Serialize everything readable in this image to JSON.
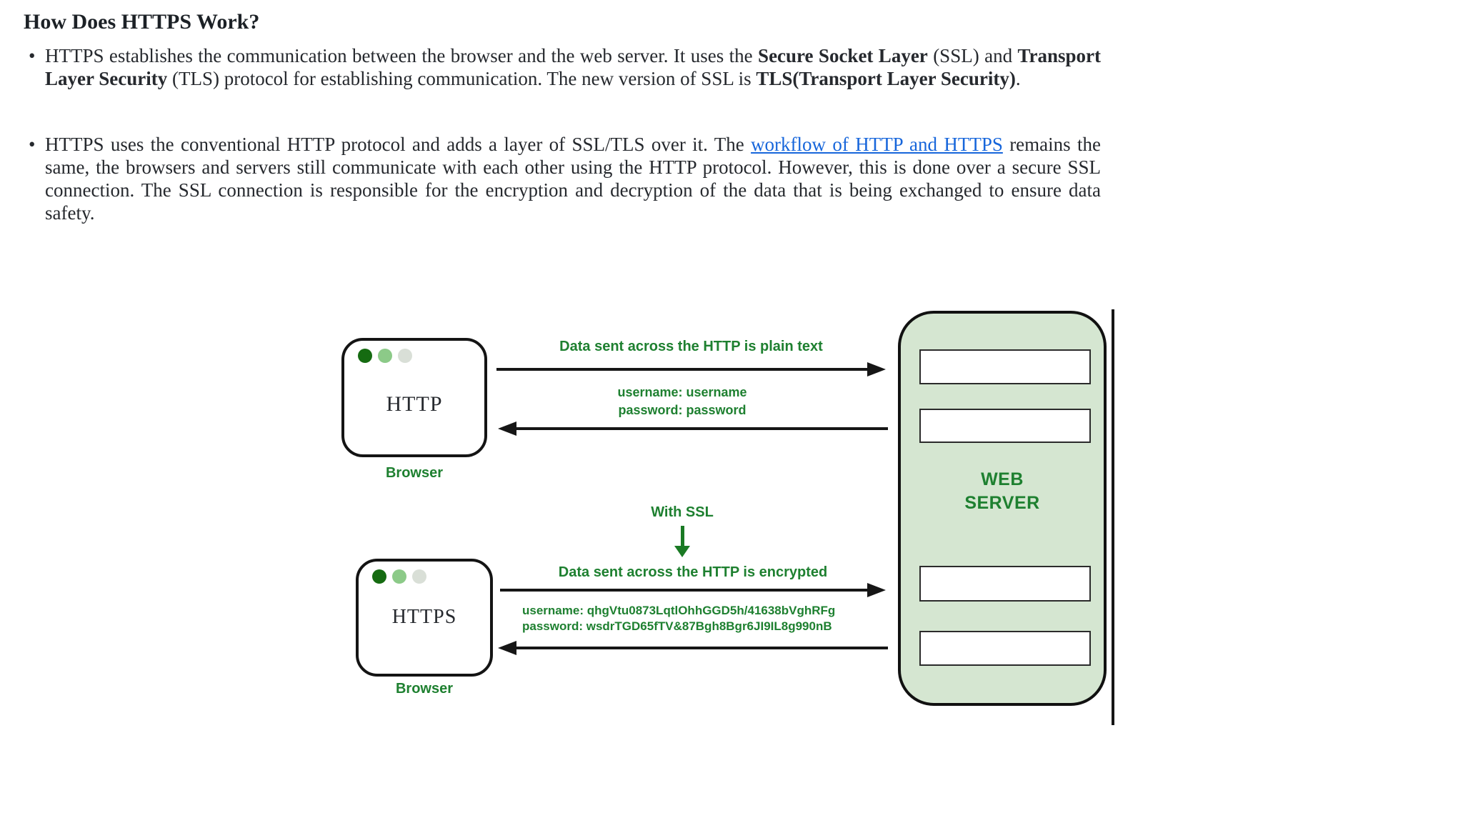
{
  "page": {
    "title": "How Does HTTPS Work?"
  },
  "bullets": [
    {
      "segments": [
        {
          "t": "HTTPS establishes the communication between the browser and the web server. It uses the "
        },
        {
          "t": "Secure Socket Layer",
          "b": true
        },
        {
          "t": " (SSL) and "
        },
        {
          "t": "Transport Layer Security",
          "b": true
        },
        {
          "t": " (TLS) protocol for establishing communication. The new version of SSL is "
        },
        {
          "t": "TLS(Transport Layer Security)",
          "b": true
        },
        {
          "t": "."
        }
      ]
    },
    {
      "segments": [
        {
          "t": "HTTPS uses the conventional HTTP protocol and adds a layer of SSL/TLS over it. The "
        },
        {
          "t": "workflow of HTTP and HTTPS",
          "link": true
        },
        {
          "t": " remains the same, the browsers and servers still communicate with each other using the HTTP protocol. However, this is done over a secure SSL connection. The SSL connection is responsible for the encryption and decryption of the data that is being exchanged to ensure data safety."
        }
      ]
    }
  ],
  "diagram": {
    "http_browser": {
      "protocol": "HTTP",
      "caption": "Browser"
    },
    "https_browser": {
      "protocol": "HTTPS",
      "caption": "Browser"
    },
    "web_server": {
      "line1": "WEB",
      "line2": "SERVER"
    },
    "plain_flow": {
      "request_label": "Data sent across the HTTP is plain text",
      "cred_line1": "username: username",
      "cred_line2": "password: password"
    },
    "ssl_divider": "With SSL",
    "encrypted_flow": {
      "request_label": "Data sent across the HTTP is encrypted",
      "cred_line1": "username: qhgVtu0873LqtlOhhGGD5h/41638bVghRFg",
      "cred_line2": "password: wsdrTGD65fTV&87Bgh8Bgr6JI9IL8g990nB"
    },
    "colors": {
      "diagram_green": "#1e8030",
      "arrow_green": "#1a7a24",
      "server_fill": "#d5e6d1",
      "link_blue": "#1766db",
      "body_text": "#26292e",
      "dot_dark_green": "#156b11",
      "dot_mid_green": "#8cca88",
      "dot_pale": "#d9dfd7"
    }
  }
}
